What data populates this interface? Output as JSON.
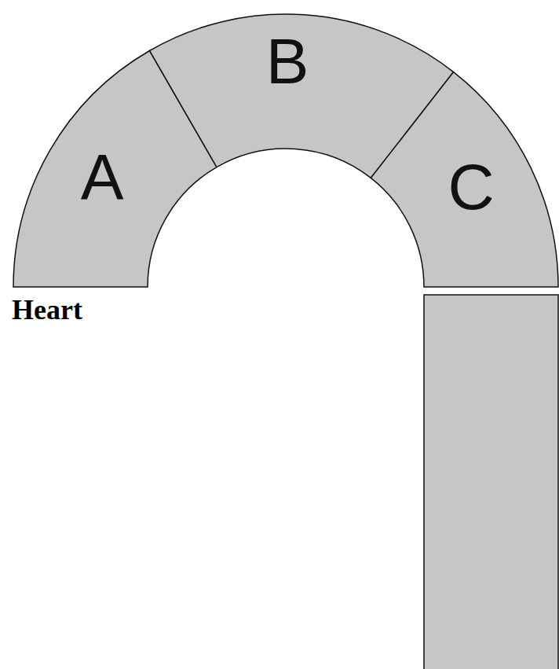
{
  "diagram": {
    "nodes": [
      {
        "text": [
          "A"
        ]
      },
      {
        "text": [
          "B"
        ]
      },
      {
        "text": [
          "C"
        ]
      }
    ],
    "labels": [
      "Heart"
    ]
  }
}
